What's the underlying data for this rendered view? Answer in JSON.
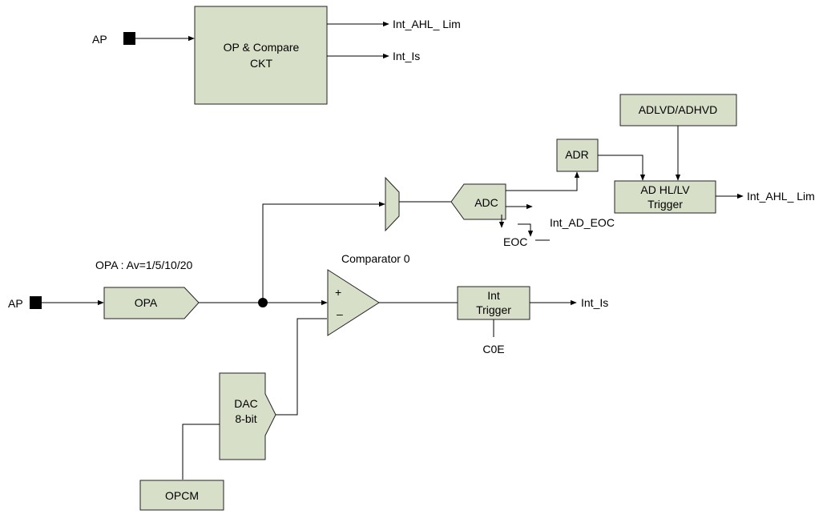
{
  "top": {
    "ap_label": "AP",
    "block_line1": "OP & Compare",
    "block_line2": "CKT",
    "out1": "Int_AHL_ Lim",
    "out2": "Int_Is"
  },
  "adc_path": {
    "adlvd_label": "ADLVD/ADHVD",
    "adr_label": "ADR",
    "adc_label": "ADC",
    "trigger_line1": "AD HL/LV",
    "trigger_line2": "Trigger",
    "out_lim": "Int_AHL_ Lim",
    "eoc_int": "Int_AD_EOC",
    "eoc": "EOC"
  },
  "analog": {
    "ap_label": "AP",
    "opa_caption": "OPA : Av=1/5/10/20",
    "opa_label": "OPA",
    "comparator_caption": "Comparator 0",
    "plus": "+",
    "minus": "–",
    "int_trigger_line1": "Int",
    "int_trigger_line2": "Trigger",
    "int_is": "Int_Is",
    "c0e": "C0E",
    "dac_line1": "DAC",
    "dac_line2": "8-bit",
    "opcm_label": "OPCM"
  },
  "colors": {
    "block_fill": "#d8dfc9",
    "line": "#000000"
  }
}
